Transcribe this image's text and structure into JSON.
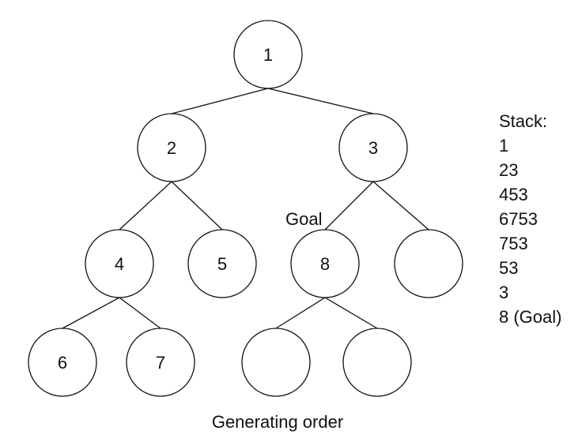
{
  "tree": {
    "nodes": [
      {
        "id": "n1",
        "label": "1"
      },
      {
        "id": "n2",
        "label": "2"
      },
      {
        "id": "n3",
        "label": "3"
      },
      {
        "id": "n4",
        "label": "4"
      },
      {
        "id": "n5",
        "label": "5"
      },
      {
        "id": "n8",
        "label": "8"
      },
      {
        "id": "n3r",
        "label": ""
      },
      {
        "id": "n6",
        "label": "6"
      },
      {
        "id": "n7",
        "label": "7"
      },
      {
        "id": "n8l",
        "label": ""
      },
      {
        "id": "n8r",
        "label": ""
      }
    ],
    "edges": [
      [
        "n1",
        "n2"
      ],
      [
        "n1",
        "n3"
      ],
      [
        "n2",
        "n4"
      ],
      [
        "n2",
        "n5"
      ],
      [
        "n3",
        "n8"
      ],
      [
        "n3",
        "n3r"
      ],
      [
        "n4",
        "n6"
      ],
      [
        "n4",
        "n7"
      ],
      [
        "n8",
        "n8l"
      ],
      [
        "n8",
        "n8r"
      ]
    ]
  },
  "goal_label": "Goal",
  "stack": {
    "title": "Stack:",
    "lines": [
      "1",
      "23",
      "453",
      "6753",
      "753",
      "53",
      "3",
      "8 (Goal)"
    ]
  },
  "caption": "Generating order"
}
